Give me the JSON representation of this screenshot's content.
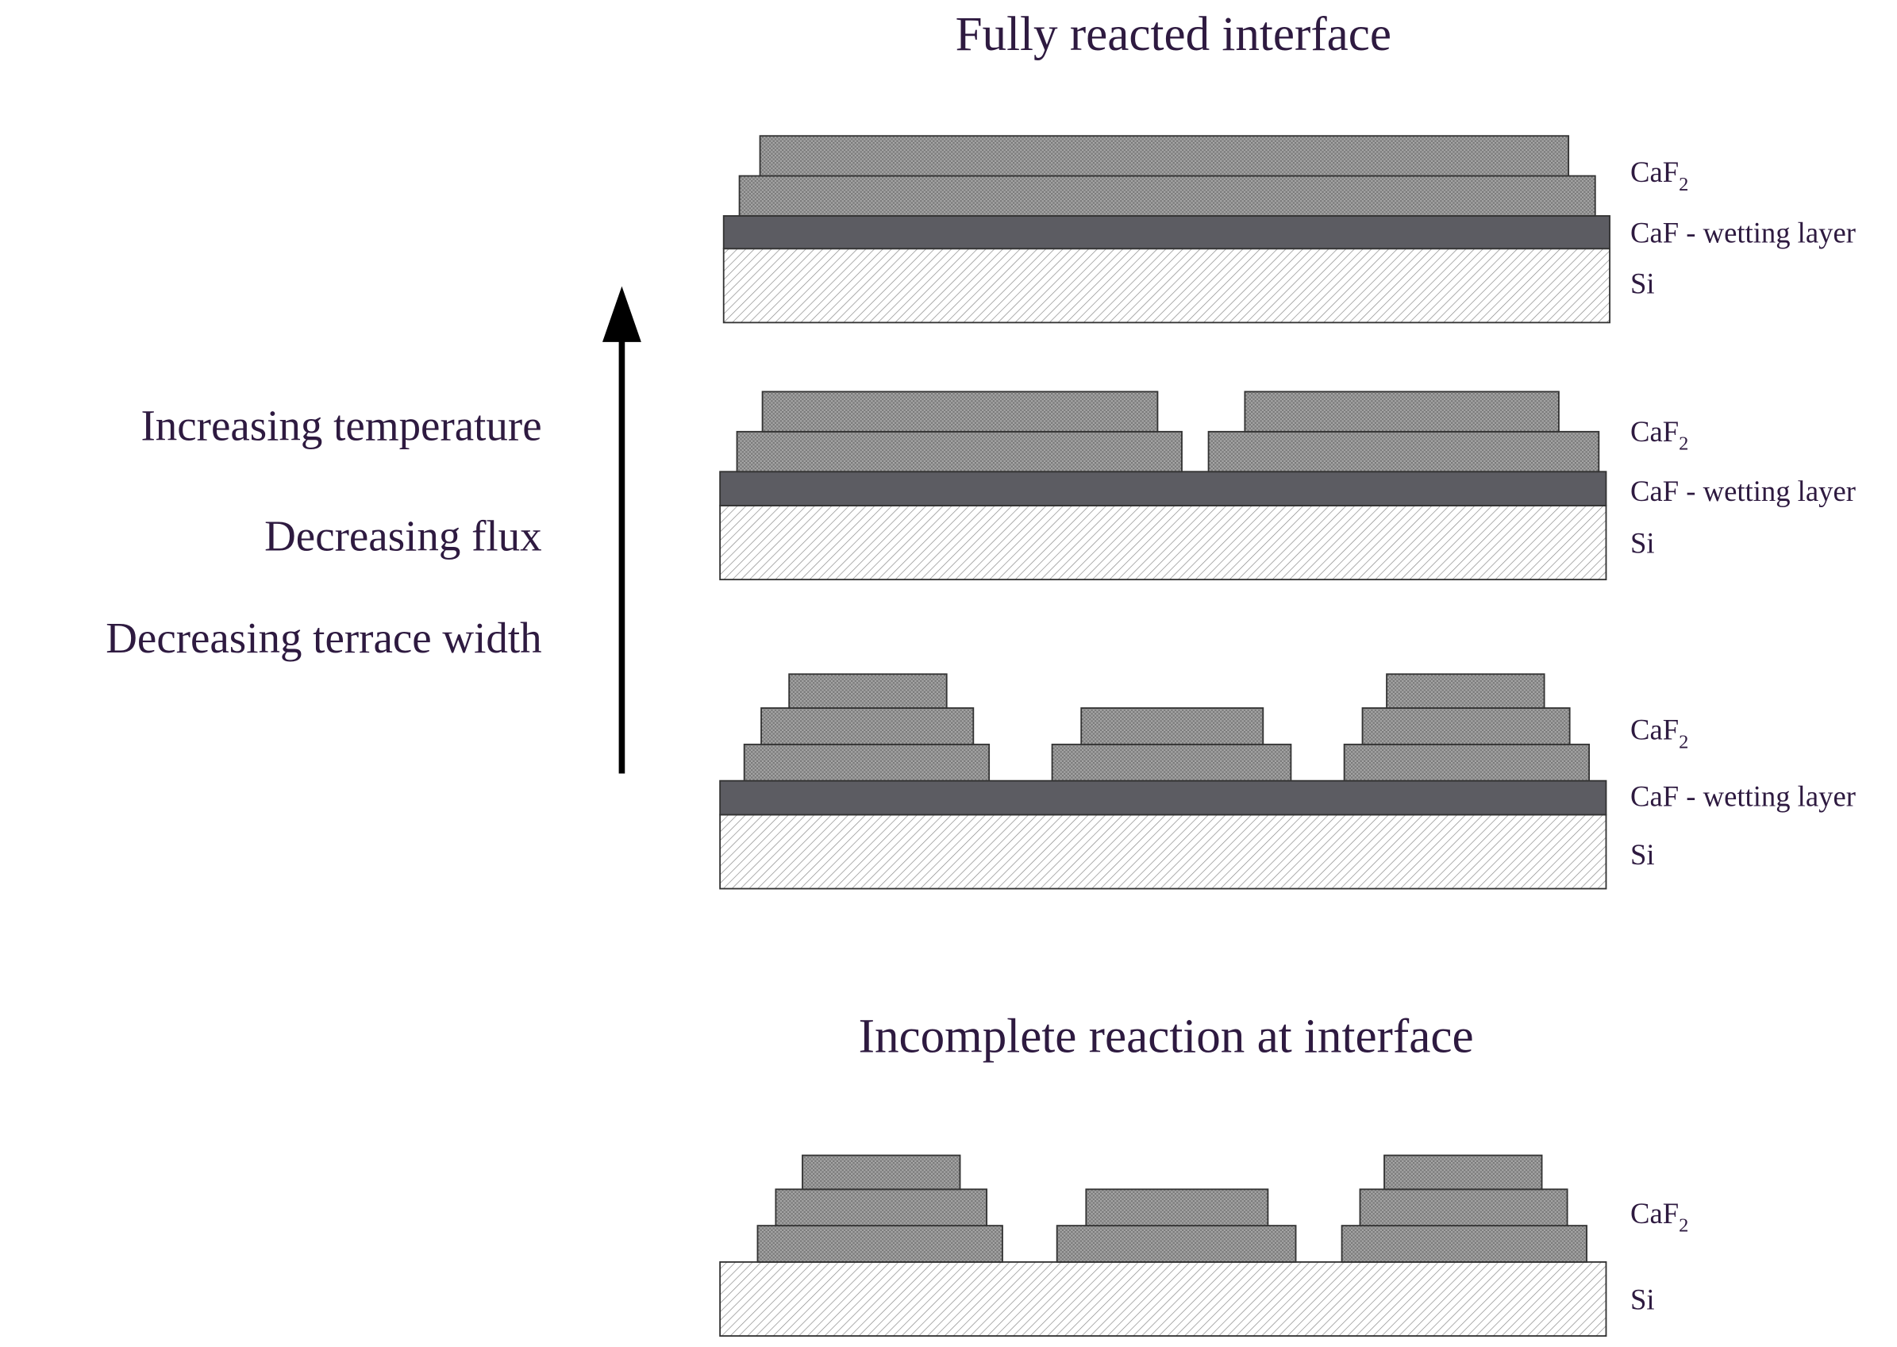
{
  "title_top": "Fully reacted interface",
  "title_bottom": "Incomplete reaction at interface",
  "trend_labels": [
    "Increasing temperature",
    "Decreasing flux",
    "Decreasing terrace width"
  ],
  "layer_labels": {
    "caf2_base": "CaF",
    "caf2_sub": "2",
    "caf": "CaF - wetting layer",
    "si": "Si"
  },
  "colors": {
    "text": "#2e1a40",
    "wetting": "#5c5c62",
    "island_fill": "#9a9a9a",
    "outline": "#333333",
    "arrow": "#000000"
  }
}
